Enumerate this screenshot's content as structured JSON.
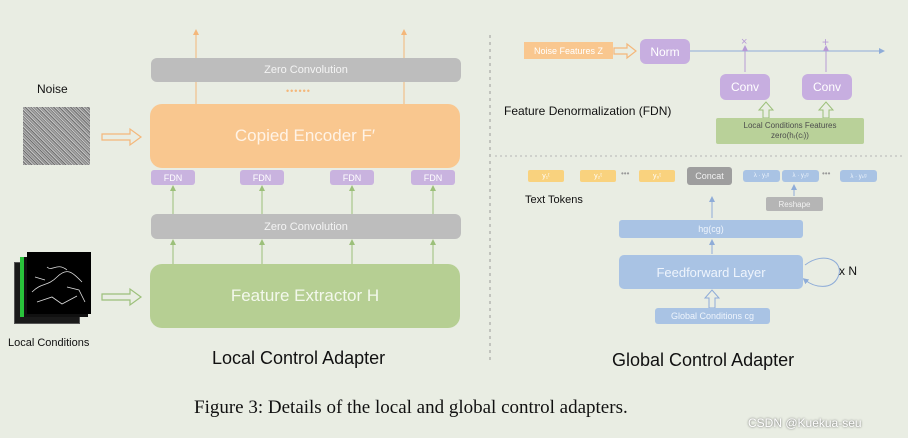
{
  "local": {
    "noise_label": "Noise",
    "local_conditions_label": "Local Conditions",
    "zero_conv_top": "Zero Convolution",
    "copied_encoder": "Copied Encoder F′",
    "fdn_labels": [
      "FDN",
      "FDN",
      "FDN",
      "FDN"
    ],
    "dots": "••••••",
    "zero_conv_bottom": "Zero Convolution",
    "feature_extractor": "Feature Extractor H",
    "title": "Local Control Adapter"
  },
  "global": {
    "noise_features": "Noise Features Z",
    "norm": "Norm",
    "conv_left": "Conv",
    "conv_right": "Conv",
    "times_symbol": "×",
    "plus_symbol": "+",
    "fdn_label": "Feature Denormalization (FDN)",
    "local_features_line1": "Local Conditions Features",
    "local_features_line2": "zero(hᵣ(cₗ))",
    "text_tokens_label": "Text Tokens",
    "text_tokens": [
      "y₁ᵗ",
      "y₂ᵗ",
      "y₀ᵗ"
    ],
    "token_dots": "•••",
    "concat": "Concat",
    "global_tokens": [
      "λ · y₁ᵍ",
      "λ · y₂ᵍ",
      "λ · yₖᵍ"
    ],
    "reshape": "Reshape",
    "hg": "hɡ(cɡ)",
    "feedforward": "Feedforward Layer",
    "repeat": "x N",
    "global_conditions": "Global Conditions cɡ",
    "title": "Global Control Adapter"
  },
  "caption": "Figure 3: Details of the local and global control adapters.",
  "watermark": "CSDN @Kuekua-seu",
  "colors": {
    "background": "#e9ede3",
    "orange": "#f9c78f",
    "green": "#b6cf93",
    "grey": "#bdbdbd",
    "purple": "#c7aee0",
    "blue": "#a9c3e4",
    "yellow": "#f9d27e"
  }
}
